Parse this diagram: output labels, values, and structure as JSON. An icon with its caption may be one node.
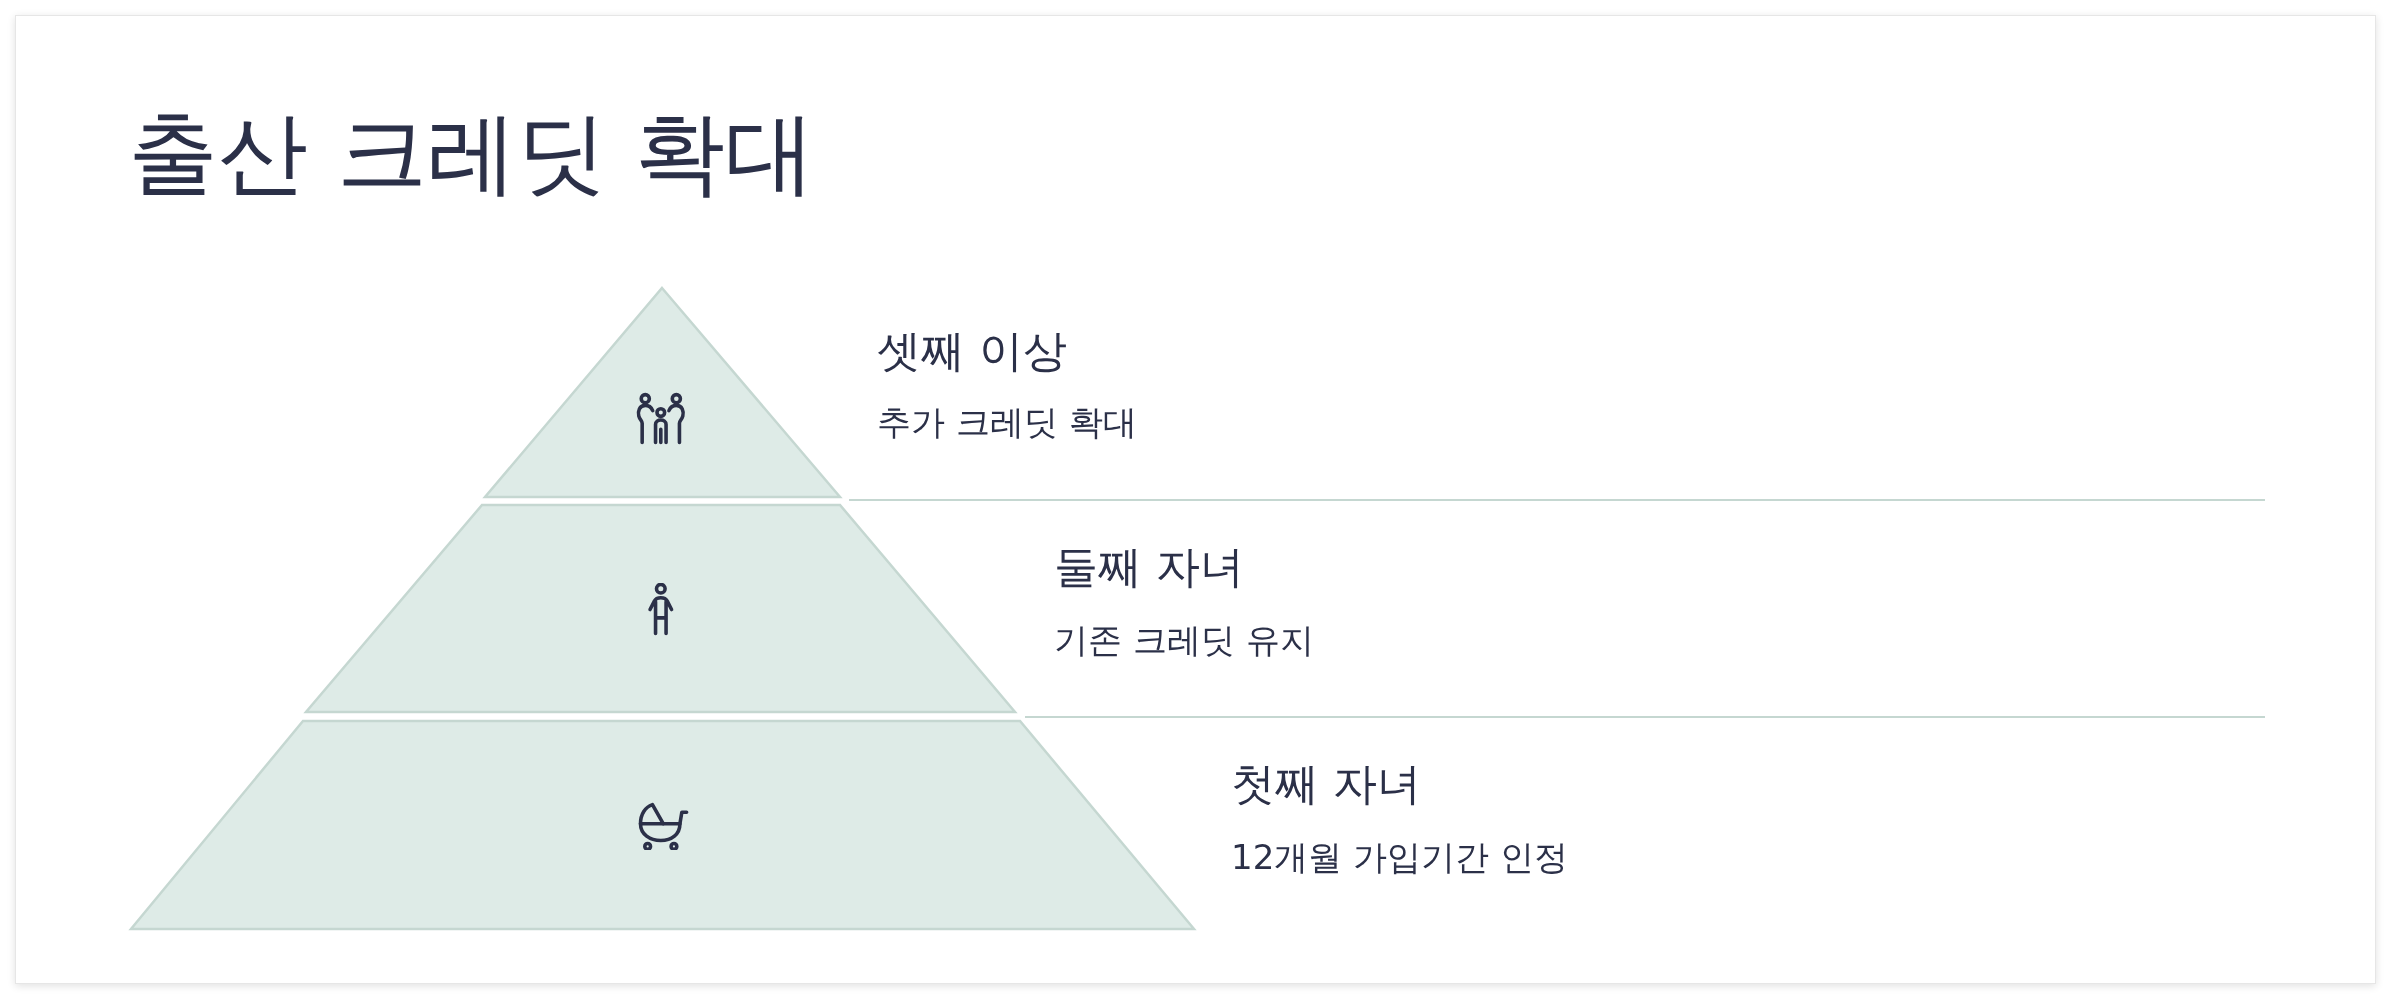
{
  "diagram": {
    "title": "출산 크레딧 확대",
    "nodes": [
      {
        "text": [
          "셋째 이상",
          "추가 크레딧 확대"
        ]
      },
      {
        "text": [
          "둘째 자녀",
          "기존 크레딧 유지"
        ]
      },
      {
        "text": [
          "첫째 자녀",
          "12개월 가입기간 인정"
        ]
      }
    ]
  }
}
